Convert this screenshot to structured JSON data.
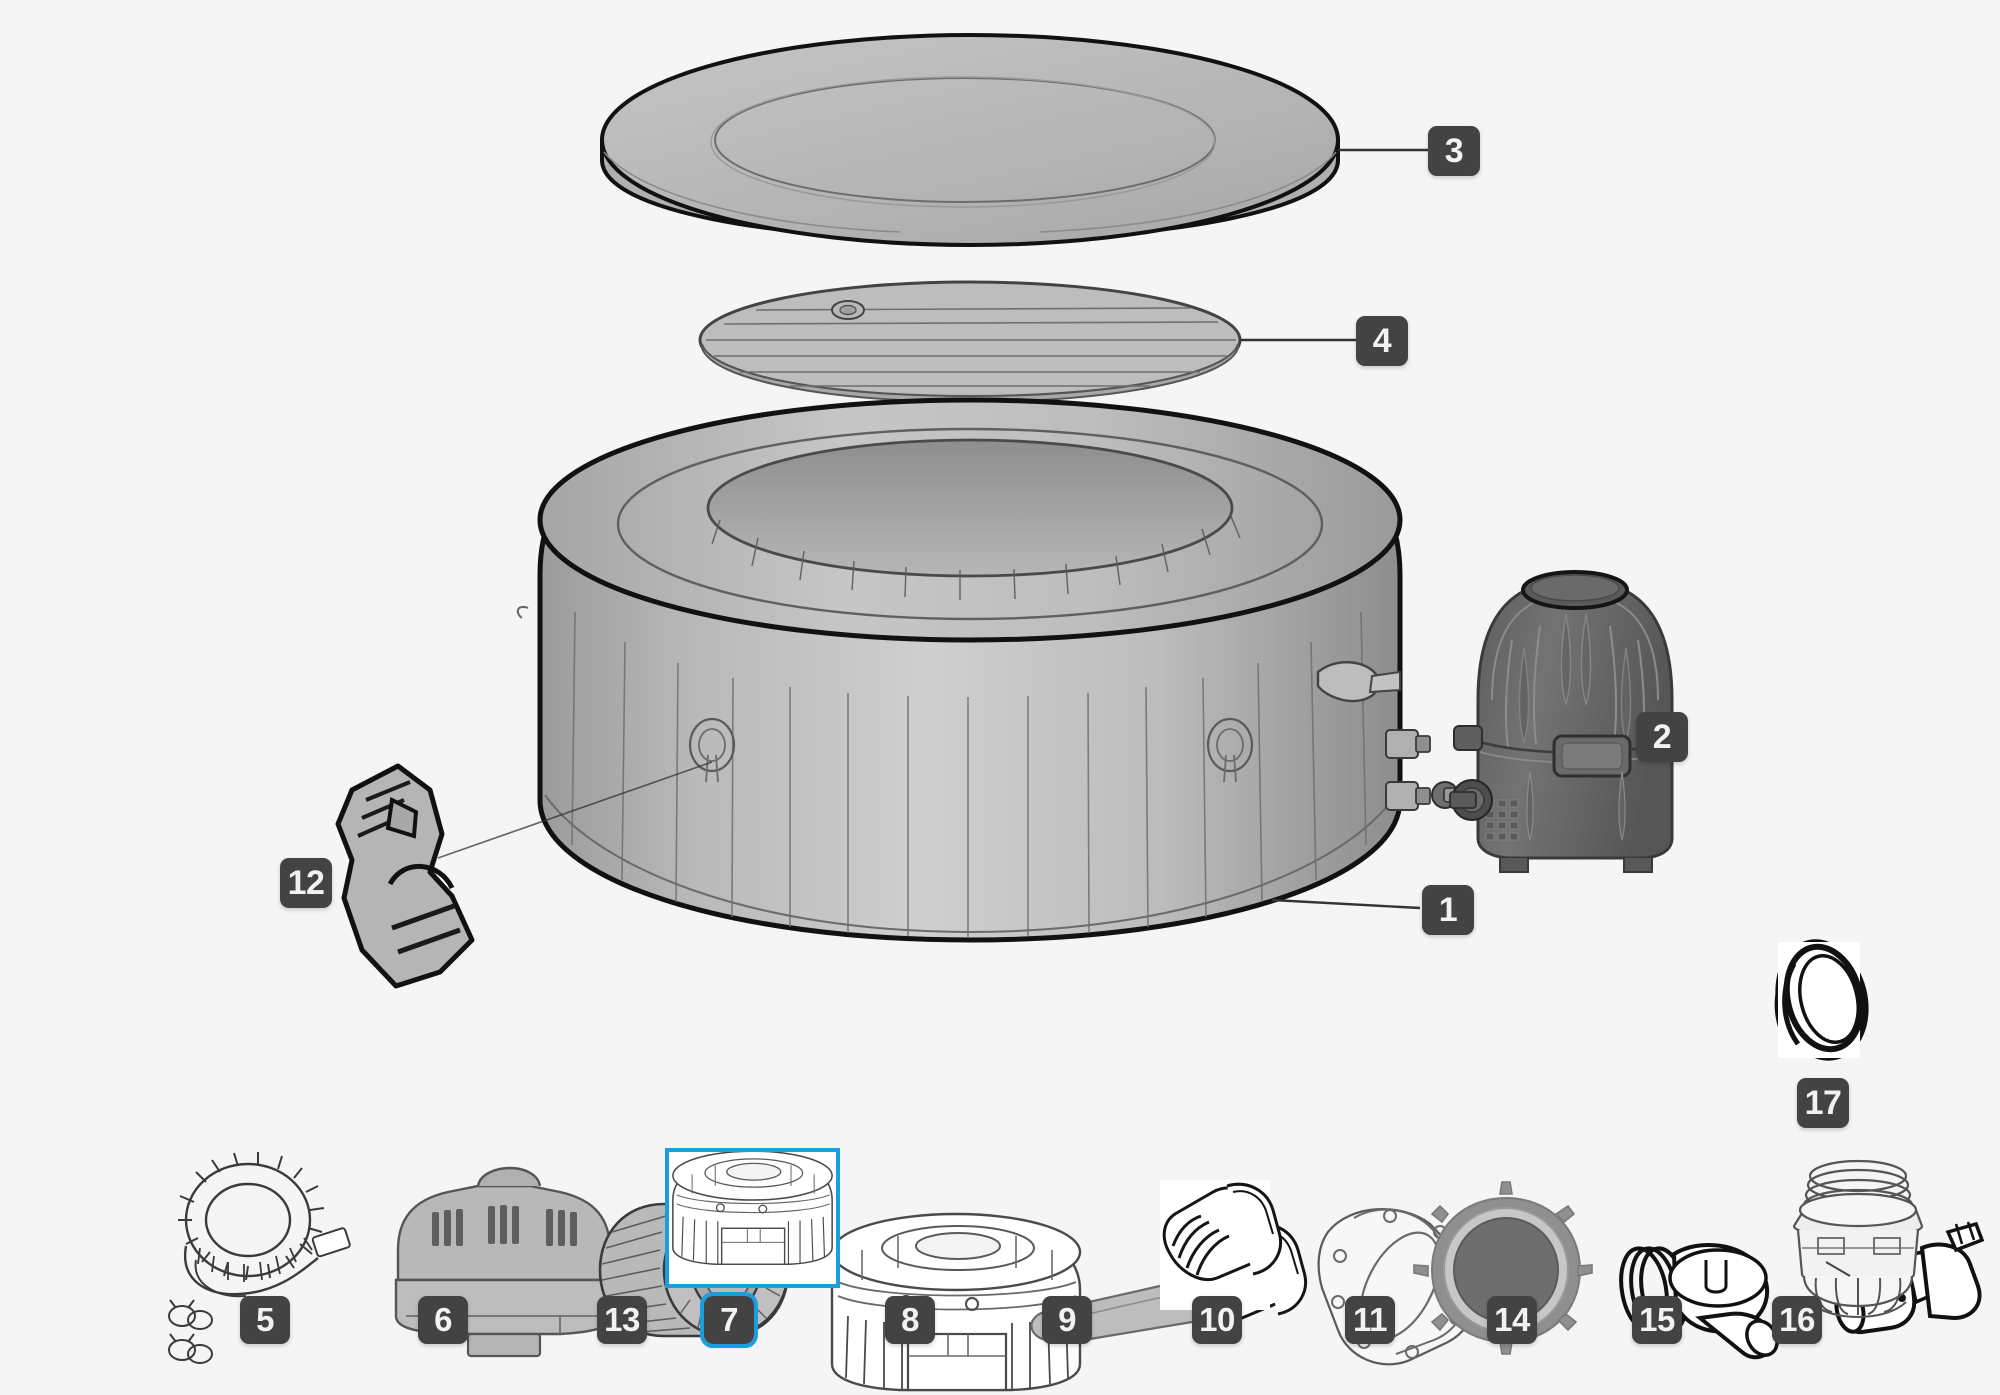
{
  "diagram": {
    "title": "Inflatable Spa Exploded Parts Diagram",
    "background_color": "#f5f5f5",
    "badge_color": "#434343",
    "badge_text_color": "#f2f2f2",
    "highlight_color": "#1b9ee0",
    "selected_part": "7"
  },
  "callouts": [
    {
      "id": "3",
      "label": "3",
      "part": "spa-cover-lid",
      "has_leader": true
    },
    {
      "id": "4",
      "label": "4",
      "part": "inflatable-lid-bladder",
      "has_leader": true
    },
    {
      "id": "2",
      "label": "2",
      "part": "pump-motor-unit",
      "has_leader": false
    },
    {
      "id": "1",
      "label": "1",
      "part": "spa-tub-liner-body",
      "has_leader": true
    },
    {
      "id": "12",
      "label": "12",
      "part": "strap-buckle-clip",
      "has_leader": true
    },
    {
      "id": "17",
      "label": "17",
      "part": "o-ring-gasket",
      "has_leader": false
    }
  ],
  "parts_row": [
    {
      "id": "5",
      "label": "5",
      "name": "air-hose-and-clamps",
      "selected": false,
      "white_backing": false
    },
    {
      "id": "6",
      "label": "6",
      "name": "filter-housing-cover",
      "selected": false,
      "white_backing": false
    },
    {
      "id": "13",
      "label": "13",
      "name": "filter-cartridge",
      "selected": false,
      "white_backing": false
    },
    {
      "id": "7",
      "label": "7",
      "name": "pump-filter-canister",
      "selected": true,
      "white_backing": true
    },
    {
      "id": "8",
      "label": "8",
      "name": "valve-wrench-tool",
      "selected": false,
      "white_backing": false
    },
    {
      "id": "9",
      "label": "9",
      "name": "flange-gasket-seal",
      "selected": false,
      "white_backing": false
    },
    {
      "id": "10",
      "label": "10",
      "name": "threaded-drain-plug",
      "selected": false,
      "white_backing": true
    },
    {
      "id": "11",
      "label": "11",
      "name": "round-cap-cover",
      "selected": false,
      "white_backing": false
    },
    {
      "id": "14",
      "label": "14",
      "name": "elbow-fitting-adapter",
      "selected": false,
      "white_backing": false
    },
    {
      "id": "15",
      "label": "15",
      "name": "inline-connector-coupler",
      "selected": false,
      "white_backing": false
    },
    {
      "id": "16",
      "label": "16",
      "name": "threaded-strainer-fitting",
      "selected": false,
      "white_backing": false
    }
  ],
  "colors": {
    "outline_dark": "#111111",
    "outline_mid": "#444444",
    "outline_light": "#6b6b6b",
    "fill_light_gray": "#c9c9c9",
    "fill_mid_gray": "#b3b3b3",
    "fill_dark_gray": "#6e6e6e",
    "white": "#ffffff"
  }
}
